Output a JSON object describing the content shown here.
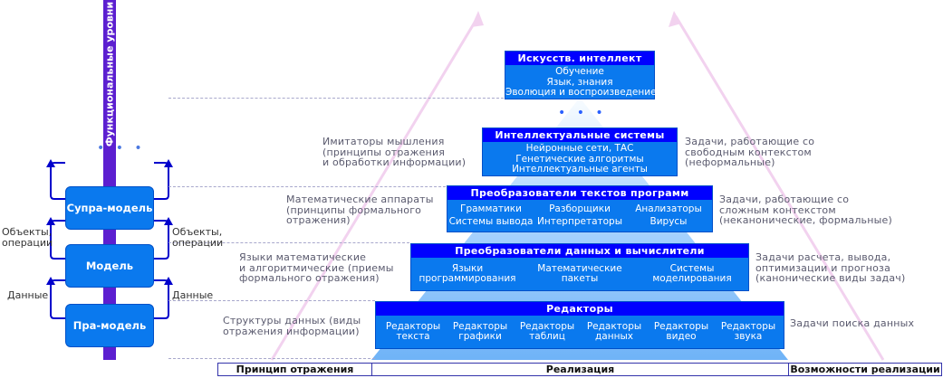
{
  "vertical_axis_label": "Функциональные уровни",
  "dots": "• • •",
  "levels": [
    {
      "title": "Искусств. интеллект",
      "lines": "Обучение\nЯзык, знания\nЭволюция и воспроизведение"
    },
    {
      "title": "Интеллектуальные системы",
      "lines": "Нейронные сети, ТАС\nГенетические алгоритмы\nИнтеллектуальные агенты"
    },
    {
      "title": "Преобразователи текстов программ",
      "cells": [
        {
          "top": "Грамматики",
          "bottom": "Системы вывода"
        },
        {
          "top": "Разборщики",
          "bottom": "Интерпретаторы"
        },
        {
          "top": "Анализаторы",
          "bottom": "Вирусы"
        }
      ]
    },
    {
      "title": "Преобразователи данных и вычислители",
      "cells": [
        "Языки\nпрограммирования",
        "Математические\nпакеты",
        "Системы\nмоделирования"
      ]
    },
    {
      "title": "Редакторы",
      "cells": [
        "Редакторы\nтекста",
        "Редакторы\nграфики",
        "Редакторы\nтаблиц",
        "Редакторы\nданных",
        "Редакторы\nвидео",
        "Редакторы\nзвука"
      ]
    }
  ],
  "left_notes": [
    "Имитаторы мышления\n(принципы отражения\nи обработки информации)",
    "Математические аппараты\n(принципы формального\nотражения)",
    "Языки математические\nи алгоритмические (приемы\nформального отражения)",
    "Структуры данных (виды\nотражения информации)"
  ],
  "right_notes": [
    "Задачи, работающие со\nсвободным контекстом\n(неформальные)",
    "Задачи, работающие со\nсложным контекстом\n(неканонические, формальные)",
    "Задачи расчета, вывода,\nоптимизации и прогноза\n(канонические виды задач)",
    "Задачи поиска данных"
  ],
  "models": {
    "supra": "Супра-модель",
    "model": "Модель",
    "pra": "Пра-модель"
  },
  "model_side_labels": {
    "left_objects": "Объекты,\nоперации",
    "right_objects": "Объекты,\nоперации",
    "left_data": "Данные",
    "right_data": "Данные"
  },
  "footer": {
    "left": "Принцип отражения",
    "center": "Реализация",
    "right": "Возможности реализации"
  }
}
